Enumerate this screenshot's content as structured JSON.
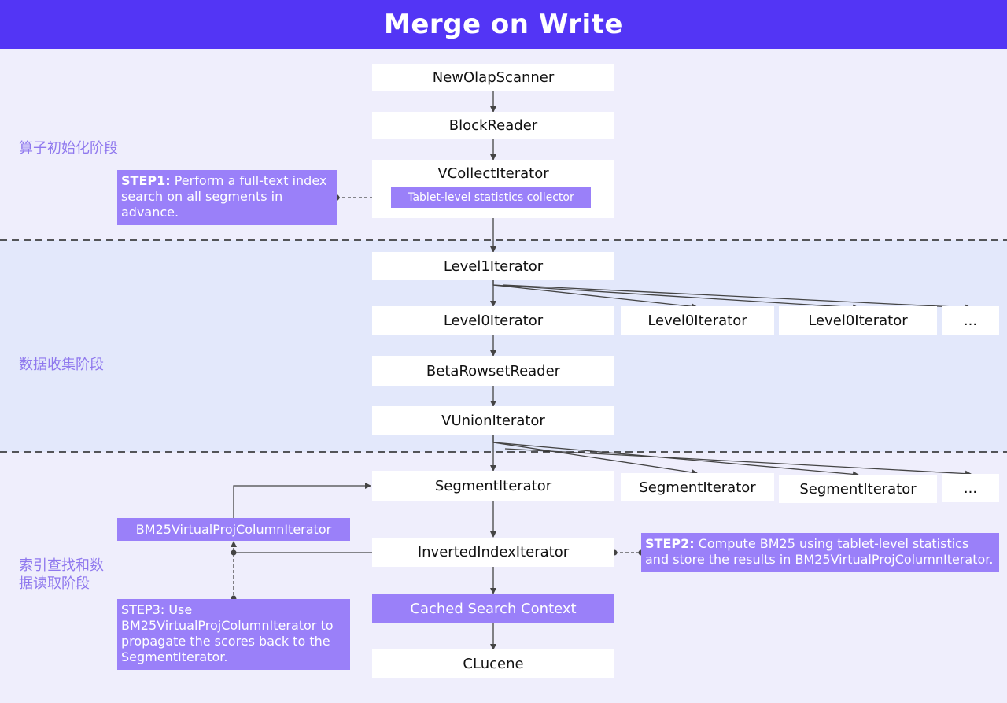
{
  "title": "Merge on Write",
  "stages": {
    "init": "算子初始化阶段",
    "collect": "数据收集阶段",
    "read_line1": "索引查找和数",
    "read_line2": "据读取阶段"
  },
  "nodes": {
    "new_olap_scanner": "NewOlapScanner",
    "block_reader": "BlockReader",
    "vcollect_iterator": "VCollectIterator",
    "stats_collector": "Tablet-level statistics collector",
    "level1_iterator": "Level1Iterator",
    "level0_iterator_1": "Level0Iterator",
    "level0_iterator_2": "Level0Iterator",
    "level0_iterator_3": "Level0Iterator",
    "level0_more": "...",
    "beta_rowset_reader": "BetaRowsetReader",
    "vunion_iterator": "VUnionIterator",
    "segment_iterator_1": "SegmentIterator",
    "segment_iterator_2": "SegmentIterator",
    "segment_iterator_3": "SegmentIterator",
    "segment_more": "...",
    "bm25_virtual_proj": "BM25VirtualProjColumnIterator",
    "inverted_index_iterator": "InvertedIndexIterator",
    "cached_search_context": "Cached Search Context",
    "clucene": "CLucene"
  },
  "notes": {
    "step1_label": "STEP1:",
    "step1_text": " Perform a full-text index search on all segments in advance.",
    "step2_label": "STEP2:",
    "step2_text": " Compute BM25 using tablet-level statistics and store the results in BM25VirtualProjColumnIterator.",
    "step3_text": "STEP3: Use BM25VirtualProjColumnIterator to propagate the scores back to the SegmentIterator."
  }
}
